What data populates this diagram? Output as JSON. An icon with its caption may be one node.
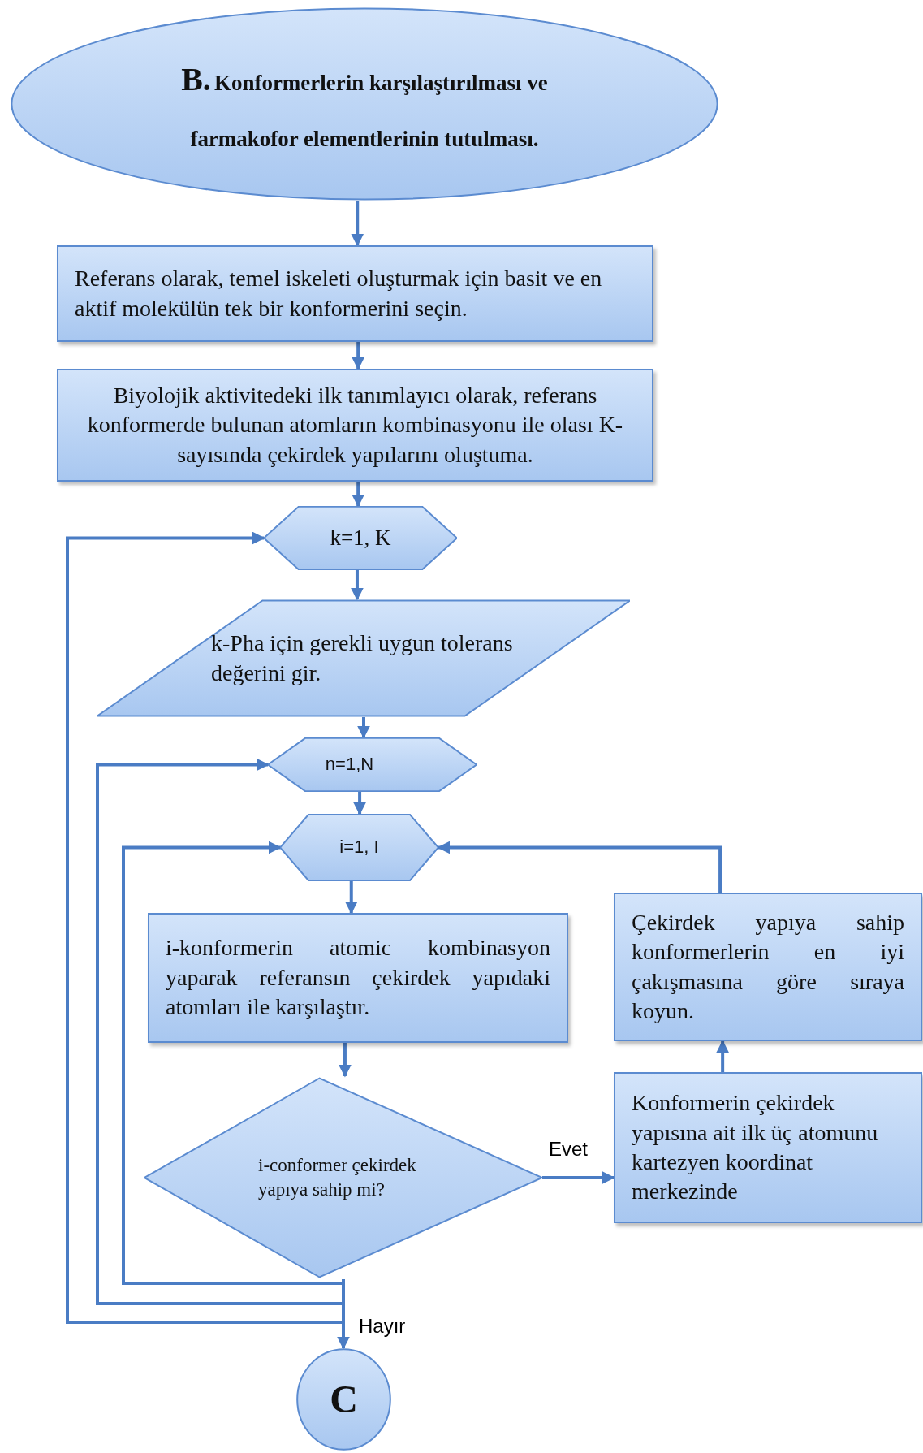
{
  "diagram": {
    "nodes": [
      {
        "text": [
          "B.",
          "Konformerlerin karşılaştırılması ve farmakofor elementlerinin tutulması."
        ]
      },
      {
        "text": [
          "Referans olarak, temel iskeleti oluşturmak için basit ve en aktif molekülün tek bir konformerini seçin."
        ]
      },
      {
        "text": [
          "Biyolojik aktivitedeki ilk tanımlayıcı olarak, referans konformerde bulunan atomların kombinasyonu ile olası K-sayısında çekirdek yapılarını oluştuma."
        ]
      },
      {
        "text": [
          "k=1, K"
        ]
      },
      {
        "text": [
          "k-Pha için gerekli uygun tolerans değerini gir."
        ]
      },
      {
        "text": [
          "n=1,N"
        ]
      },
      {
        "text": [
          "i=1, I"
        ]
      },
      {
        "text": [
          "i-konformerin atomic kombinasyon yaparak referansın çekirdek yapıdaki atomları ile karşılaştır."
        ]
      },
      {
        "text": [
          "i-conformer çekirdek yapıya sahip mi?"
        ]
      },
      {
        "text": [
          "Çekirdek yapıya sahip konformerlerin en iyi çakışmasına göre sıraya koyun."
        ]
      },
      {
        "text": [
          "Konformerin çekirdek yapısına ait ilk üç atomunu kartezyen koordinat merkezinde"
        ]
      },
      {
        "text": [
          "C"
        ]
      }
    ],
    "edges": [
      {
        "from": 0,
        "to": 1,
        "arrow": "to"
      },
      {
        "from": 1,
        "to": 2,
        "arrow": "to"
      },
      {
        "from": 2,
        "to": 3,
        "arrow": "to"
      },
      {
        "from": 3,
        "to": 4,
        "arrow": "to"
      },
      {
        "from": 4,
        "to": 5,
        "arrow": "to"
      },
      {
        "from": 5,
        "to": 6,
        "arrow": "to"
      },
      {
        "from": 6,
        "to": 7,
        "arrow": "to"
      },
      {
        "from": 7,
        "to": 8,
        "arrow": "to"
      },
      {
        "from": 8,
        "to": 10,
        "arrow": "to",
        "label": "Evet"
      },
      {
        "from": 10,
        "to": 9,
        "arrow": "to"
      },
      {
        "from": 9,
        "to": 6,
        "arrow": "to"
      },
      {
        "from": 8,
        "to": 11,
        "arrow": "to",
        "label": "Hayır"
      },
      {
        "from": 8,
        "to": 6,
        "arrow": "to"
      },
      {
        "from": 8,
        "to": 5,
        "arrow": "to"
      },
      {
        "from": 8,
        "to": 3,
        "arrow": "to"
      }
    ]
  }
}
